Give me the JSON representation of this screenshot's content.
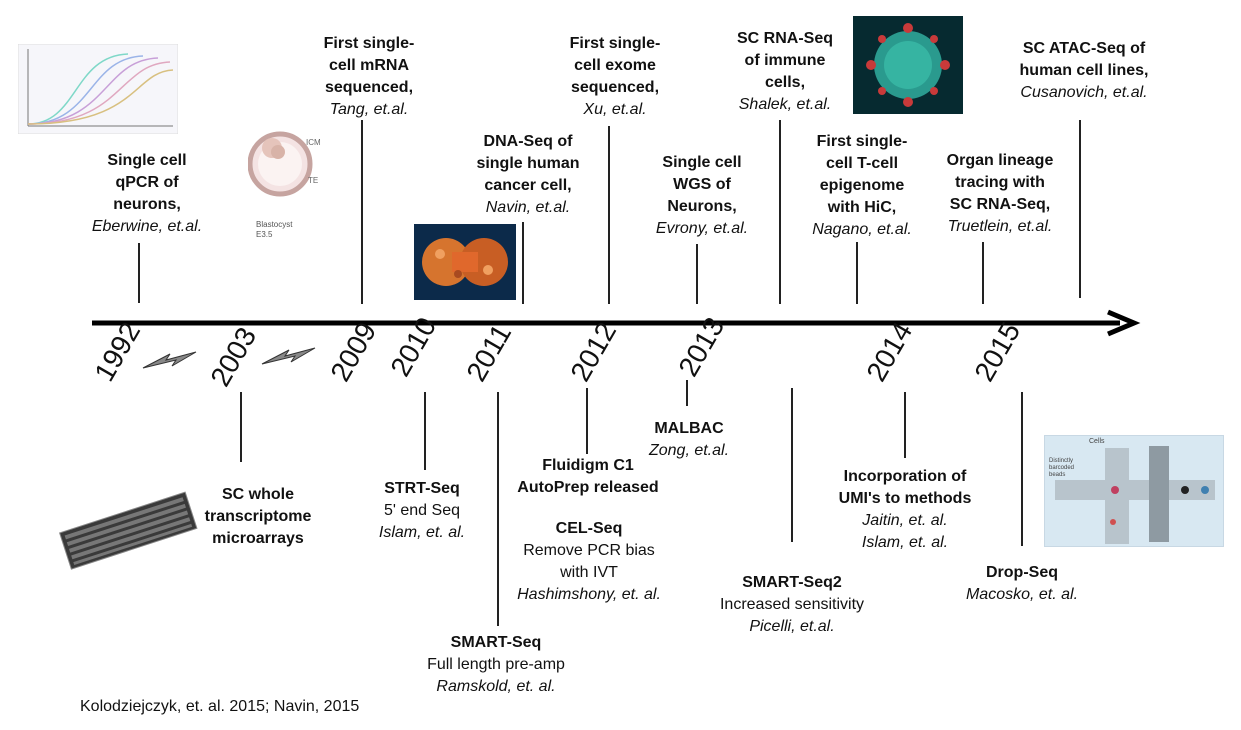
{
  "timeline": {
    "years": [
      "1992",
      "2003",
      "2009",
      "2010",
      "2011",
      "2012",
      "2013",
      "2014",
      "2015"
    ]
  },
  "events_above": [
    {
      "title": "Single cell\nqPCR of\nneurons,",
      "author": "Eberwine, et.al."
    },
    {
      "title": "First single-\ncell mRNA\nsequenced,",
      "author": "Tang, et.al."
    },
    {
      "title": "DNA-Seq of\nsingle human\ncancer cell,",
      "author": "Navin, et.al."
    },
    {
      "title": "First single-\ncell exome\nsequenced,",
      "author": "Xu, et.al."
    },
    {
      "title": "Single cell\nWGS of\nNeurons,",
      "author": "Evrony, et.al."
    },
    {
      "title": "SC RNA-Seq\nof immune\ncells,",
      "author": "Shalek, et.al."
    },
    {
      "title": "First single-\ncell T-cell\nepigenome\nwith HiC,",
      "author": "Nagano, et.al."
    },
    {
      "title": "Organ lineage\ntracing with\nSC RNA-Seq,",
      "author": "Truetlein, et.al."
    },
    {
      "title": "SC ATAC-Seq of\nhuman cell lines,",
      "author": "Cusanovich, et.al."
    }
  ],
  "events_below": [
    {
      "title": "SC whole\ntranscriptome\nmicroarrays",
      "desc": "",
      "author": ""
    },
    {
      "title": "STRT-Seq",
      "desc": "5' end Seq",
      "author": "Islam, et. al."
    },
    {
      "title": "SMART-Seq",
      "desc": "Full length pre-amp",
      "author": "Ramskold, et. al."
    },
    {
      "title": "Fluidigm C1\nAutoPrep released",
      "desc": "",
      "author": ""
    },
    {
      "title": "CEL-Seq",
      "desc": "Remove PCR bias\nwith IVT",
      "author": "Hashimshony, et. al."
    },
    {
      "title": "MALBAC",
      "desc": "",
      "author": "Zong, et.al."
    },
    {
      "title": "SMART-Seq2",
      "desc": "Increased sensitivity",
      "author": "Picelli, et.al."
    },
    {
      "title": "Incorporation of\nUMI's to methods",
      "desc": "",
      "author": "Jaitin, et. al.\nIslam, et. al."
    },
    {
      "title": "Drop-Seq",
      "desc": "",
      "author": "Macosko, et. al."
    }
  ],
  "images": {
    "qpcr_plot": "qpcr-curve-icon",
    "blastocyst": {
      "icon": "blastocyst-icon",
      "labels": [
        "ICM",
        "TE",
        "Blastocyst",
        "E3.5"
      ]
    },
    "cancer_cell": "dividing-cell-icon",
    "virus": "virus-icon",
    "microarray": "microarray-chip-icon",
    "microfluidics": {
      "icon": "microfluidic-device-icon",
      "labels": [
        "Cells",
        "Distinctly",
        "barcoded",
        "beads"
      ]
    }
  },
  "citation": "Kolodziejczyk, et. al. 2015; Navin, 2015"
}
